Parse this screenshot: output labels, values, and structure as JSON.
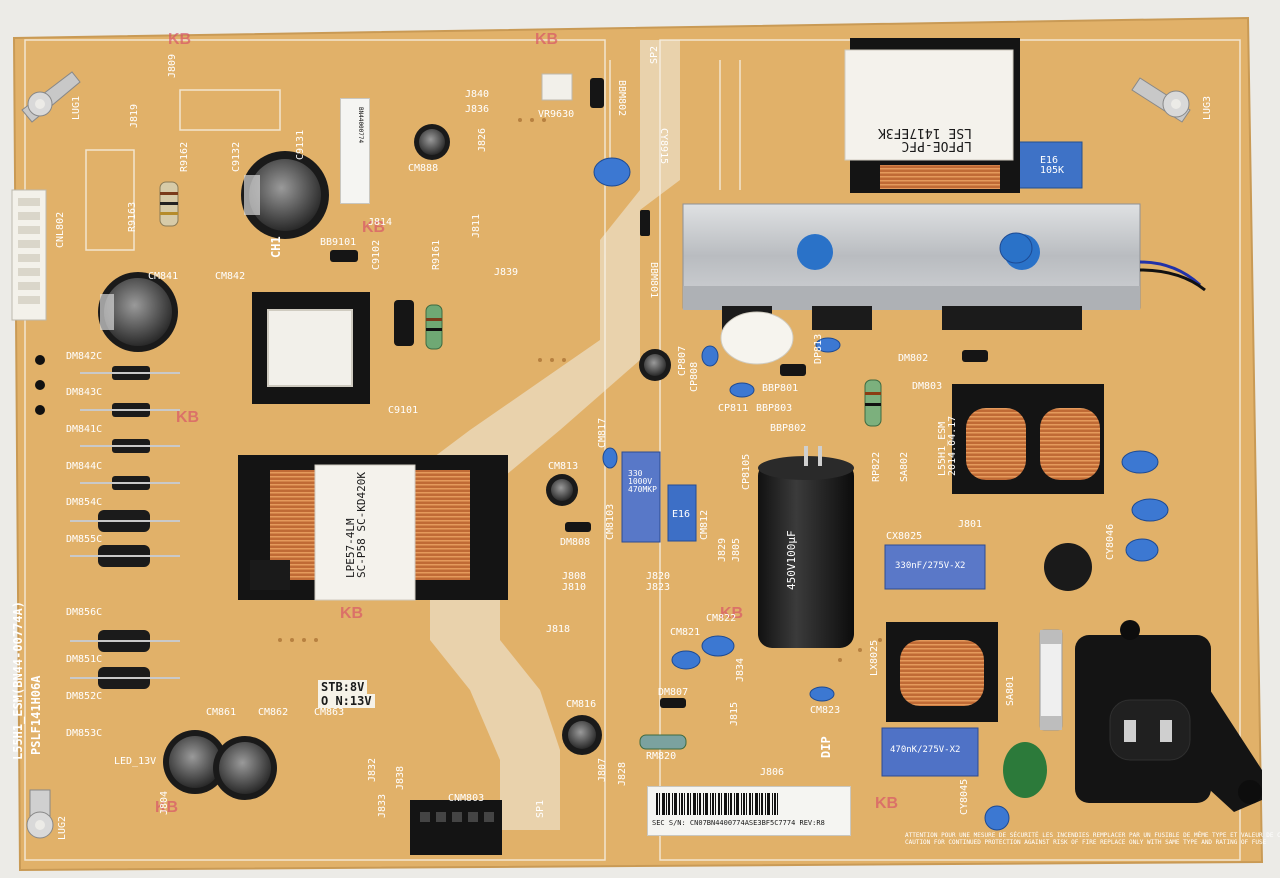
{
  "colors": {
    "pcb": "#e2b36c",
    "pcb_dark": "#cd9a52",
    "silk": "#ffffff",
    "copper": "#c66a3a",
    "heatsink": "#c7c9cc",
    "capacitor_blue": "#2f6fb7",
    "film_cap_blue": "#5a79c7",
    "electrolytic": "#222222",
    "plastic_white": "#f2f0ea",
    "connector_black": "#141414"
  },
  "board": {
    "model_label": "L55H1_ESM(BN44-00774A)",
    "part_label": "PSLF141H06A",
    "stb_label": "STB:8V",
    "on_label": "O N:13V",
    "ch1_label": "CH1",
    "dip_label": "DIP",
    "maker_date_label": "L55H1_ESM\n2014.04.17",
    "pfc_label": "LPFOE-PFC\nLSE 1417EF3K",
    "transformer_label": "LPE57-4LM\nSC-P58 SC-KD420K",
    "bulk_cap_label": "450V100µF",
    "x_cap_label_1": "330nF/275V-X2",
    "x_cap_label_2": "470nK/275V-X2",
    "film_cap_e16_1": "E16\n105K",
    "film_cap_e16_2": "E16",
    "film_cap_330": "330\n1000V\n470MKP",
    "serial_sticker_text": "SEC S/N: CN07BN4400774ASE3BF5C7774    REV:R8",
    "small_sticker_text": "BN44000774",
    "warning_text": "ATTENTION POUR UNE MESURE DE SÉCURITÉ LES INCENDIES REMPLACER PAR UN FUSIBLE DE MÊME TYPE ET VALEUR DE COURANT\nCAUTION FOR CONTINUED PROTECTION AGAINST RISK OF FIRE REPLACE ONLY WITH SAME TYPE AND RATING OF FUSE",
    "lug_labels": [
      "LUG1",
      "LUG2",
      "LUG3"
    ],
    "ref_labels_left": [
      "DM842C",
      "DM843C",
      "DM841C",
      "DM844C",
      "DM854C",
      "DM855C",
      "DM856C",
      "DM851C",
      "DM852C",
      "DM853C"
    ],
    "ref_labels_misc": [
      "J819",
      "J809",
      "R9162",
      "R9163",
      "C9132",
      "C9131",
      "CM841",
      "CM842",
      "CNL802",
      "J840",
      "J836",
      "VR9630",
      "BBM802",
      "SP2",
      "CM888",
      "J826",
      "J814",
      "BB9101",
      "C9102",
      "R9161",
      "J811",
      "J839",
      "C9101",
      "CY8915",
      "BBM801",
      "CP807",
      "CP808",
      "CP811",
      "BBP801",
      "BBP803",
      "BBP802",
      "DP813",
      "DM802",
      "DM803",
      "RP822",
      "SA802",
      "CM817",
      "CM813",
      "DM808",
      "CM8103",
      "CP8105",
      "CM812",
      "J829",
      "J805",
      "J808",
      "J810",
      "J820",
      "J823",
      "J818",
      "CM821",
      "CM822",
      "J834",
      "DM807",
      "CM816",
      "RM820",
      "J815",
      "CM823",
      "J807",
      "J828",
      "J806",
      "SP1",
      "CNM803",
      "J832",
      "J833",
      "J838",
      "CM861",
      "CM862",
      "CM863",
      "LED_13V",
      "J804",
      "J801",
      "CX8025",
      "LX8025",
      "SA801",
      "CY8045",
      "CY8046"
    ],
    "kb_marks": [
      "KB",
      "KB",
      "KB",
      "KB",
      "KB",
      "KB",
      "KB",
      "KB"
    ]
  }
}
